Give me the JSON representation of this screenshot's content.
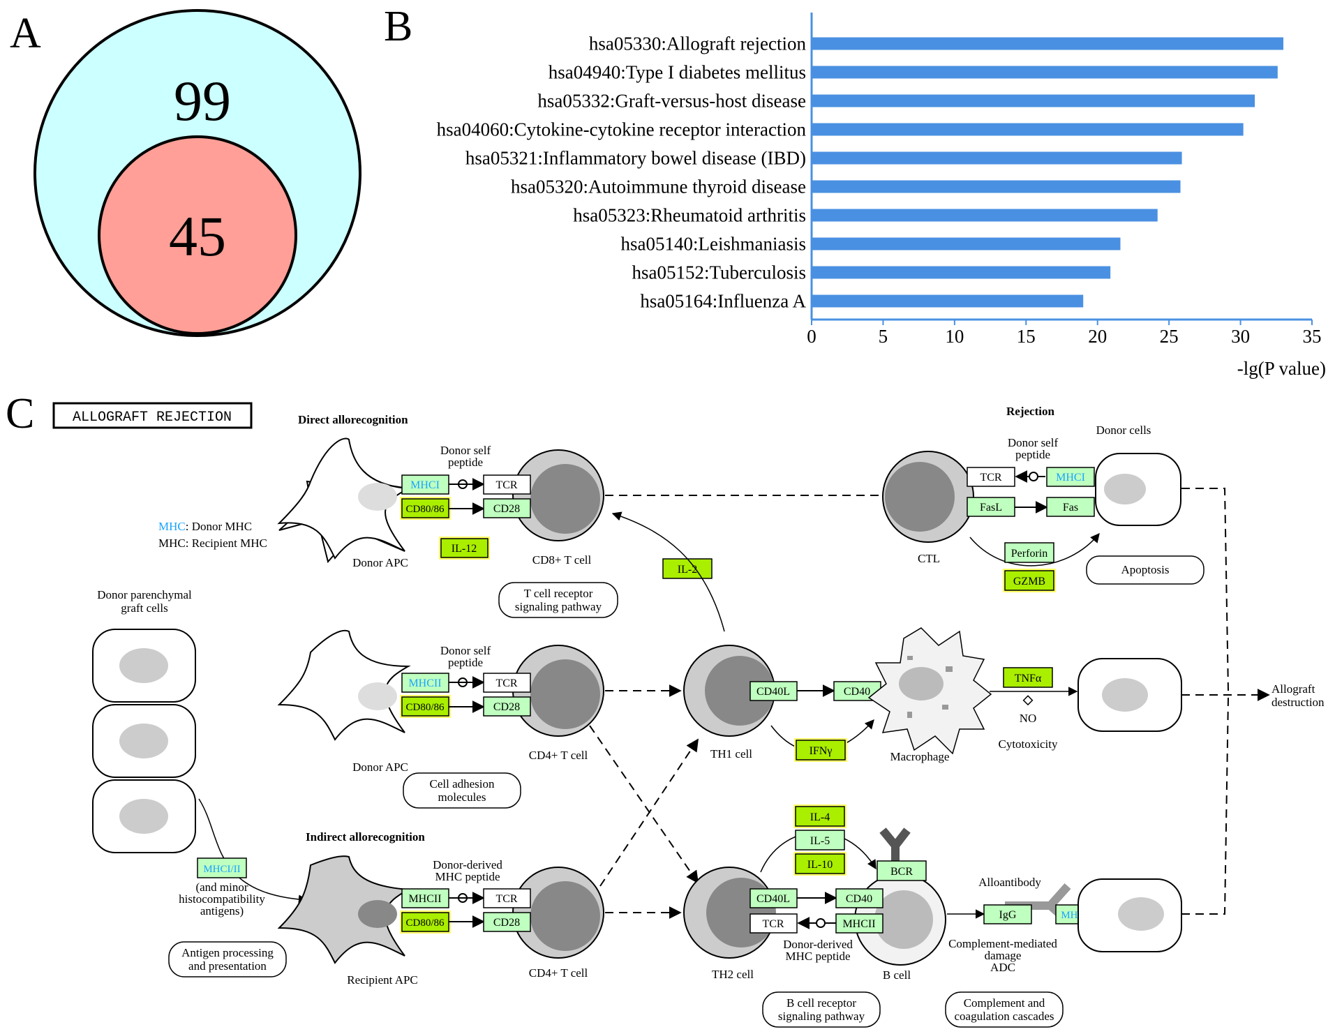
{
  "panel_letters": {
    "a": "A",
    "b": "B",
    "c": "C"
  },
  "venn": {
    "outer_value": "99",
    "inner_value": "45",
    "outer_color": "#ccffff",
    "inner_color": "#ff9f97"
  },
  "chart_data": {
    "type": "bar",
    "orientation": "horizontal",
    "categories": [
      "hsa05330:Allograft rejection",
      "hsa04940:Type I diabetes mellitus",
      "hsa05332:Graft-versus-host disease",
      "hsa04060:Cytokine-cytokine receptor interaction",
      "hsa05321:Inflammatory bowel disease (IBD)",
      "hsa05320:Autoimmune thyroid disease",
      "hsa05323:Rheumatoid arthritis",
      "hsa05140:Leishmaniasis",
      "hsa05152:Tuberculosis",
      "hsa05164:Influenza A"
    ],
    "values": [
      33.0,
      32.6,
      31.0,
      30.2,
      25.9,
      25.8,
      24.2,
      21.6,
      20.9,
      19.0
    ],
    "xlabel": "-lg(P value)",
    "xlim": [
      0,
      35
    ],
    "xticks": [
      "0",
      "5",
      "10",
      "15",
      "20",
      "25",
      "30",
      "35"
    ],
    "bar_color": "#4a90e2",
    "grid": false,
    "legend": "none"
  },
  "pathway": {
    "title": "ALLOGRAFT REJECTION",
    "headers": {
      "direct": "Direct allorecognition",
      "indirect": "Indirect allorecognition",
      "rejection": "Rejection"
    },
    "legend": {
      "donor_key": "MHC",
      "donor_text": ": Donor MHC",
      "recipient_text": "MHC: Recipient MHC"
    },
    "labels": {
      "donor_parenchymal_1": "Donor parenchymal",
      "donor_parenchymal_2": "graft cells",
      "donor_self_peptide_1": "Donor self",
      "donor_self_peptide_2": "peptide",
      "donor_derived_1": "Donor-derived",
      "donor_derived_2": "MHC peptide",
      "donor_apc": "Donor APC",
      "recipient_apc": "Recipient APC",
      "cd8_t_cell": "CD8+ T cell",
      "cd4_t_cell": "CD4+ T cell",
      "th1_cell": "TH1 cell",
      "th2_cell": "TH2 cell",
      "b_cell": "B cell",
      "macrophage": "Macrophage",
      "ctl": "CTL",
      "donor_cells": "Donor cells",
      "cytotoxicity": "Cytotoxicity",
      "no": "NO",
      "alloantibody": "Alloantibody",
      "complement_1": "Complement-mediated",
      "complement_2": "damage",
      "adc": "ADC",
      "allograft_1": "Allograft",
      "allograft_2": "destruction",
      "minor_1": "(and minor",
      "minor_2": "histocompatibility",
      "minor_3": "antigens)"
    },
    "pathway_boxes": {
      "tcr_signaling_1": "T cell receptor",
      "tcr_signaling_2": "signaling pathway",
      "cell_adhesion_1": "Cell adhesion",
      "cell_adhesion_2": "molecules",
      "antigen_processing_1": "Antigen processing",
      "antigen_processing_2": "and presentation",
      "bcr_signaling_1": "B cell receptor",
      "bcr_signaling_2": "signaling pathway",
      "complement_cascades_1": "Complement and",
      "complement_cascades_2": "coagulation cascades",
      "apoptosis": "Apoptosis"
    },
    "genes": {
      "mhci_top": "MHCI",
      "cd80_top": "CD80/86",
      "tcr_top": "TCR",
      "cd28_top": "CD28",
      "il12": "IL-12",
      "il2": "IL-2",
      "mhcii_mid": "MHCII",
      "cd80_mid": "CD80/86",
      "tcr_mid": "TCR",
      "cd28_mid": "CD28",
      "cd40l_th1": "CD40L",
      "cd40_mac": "CD40",
      "ifng": "IFNγ",
      "tnfa": "TNFα",
      "tcr_ctl": "TCR",
      "mhci_ctl": "MHCI",
      "fasl": "FasL",
      "fas": "Fas",
      "perforin": "Perforin",
      "gzmb": "GZMB",
      "mhcii_minor": "MHCI/II",
      "mhcii_bot": "MHCII",
      "cd80_bot": "CD80/86",
      "tcr_bot": "TCR",
      "cd28_bot": "CD28",
      "il4": "IL-4",
      "il5": "IL-5",
      "il10": "IL-10",
      "bcr": "BCR",
      "cd40l_th2": "CD40L",
      "cd40_b": "CD40",
      "tcr_th2": "TCR",
      "mhcii_b": "MHCII",
      "igg": "IgG",
      "mhcii_donor": "MHCI/II"
    },
    "colors": {
      "gene_green": "#bfffbf",
      "gene_yellow": "#aaee00",
      "highlight": "#ffff66",
      "donor_mhc": "#1aa3ff",
      "cell_gray": "#cccccc",
      "nucleus_gray": "#888888"
    }
  }
}
